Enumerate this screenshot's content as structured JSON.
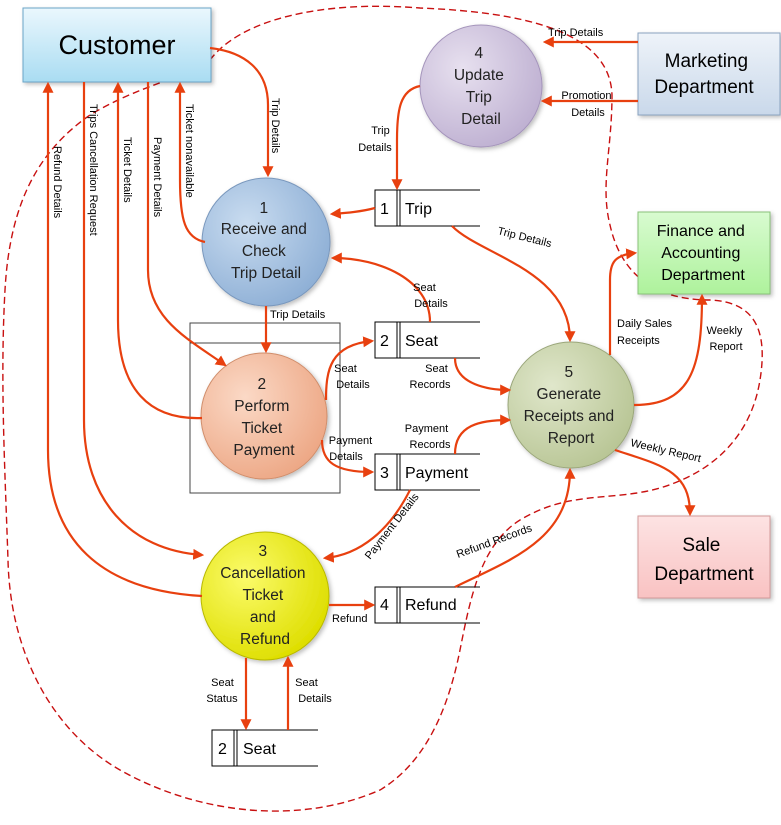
{
  "entities": {
    "customer": "Customer",
    "marketing": [
      "Marketing",
      "Department"
    ],
    "finance": [
      "Finance and",
      "Accounting",
      "Department"
    ],
    "sale": [
      "Sale",
      "Department"
    ]
  },
  "processes": {
    "p1": {
      "num": "1",
      "lines": [
        "Receive and",
        "Check",
        "Trip Detail"
      ]
    },
    "p2": {
      "num": "2",
      "lines": [
        "Perform",
        "Ticket",
        "Payment"
      ]
    },
    "p3": {
      "num": "3",
      "lines": [
        "Cancellation",
        "Ticket",
        "and",
        "Refund"
      ]
    },
    "p4": {
      "num": "4",
      "lines": [
        "Update",
        "Trip",
        "Detail"
      ]
    },
    "p5": {
      "num": "5",
      "lines": [
        "Generate",
        "Receipts and",
        "Report"
      ]
    }
  },
  "stores": {
    "trip": {
      "num": "1",
      "name": "Trip"
    },
    "seat": {
      "num": "2",
      "name": "Seat"
    },
    "payment": {
      "num": "3",
      "name": "Payment"
    },
    "refund": {
      "num": "4",
      "name": "Refund"
    },
    "seat2": {
      "num": "2",
      "name": "Seat"
    }
  },
  "flows": {
    "trip_details_cust": "Trip Details",
    "ticket_nonavailable": "Ticket nonavailable",
    "payment_details_cust": "Payment Details",
    "ticket_details": "Ticket Details",
    "trips_cancellation": "Trips Cancellation Request",
    "refund_details": "Refund Details",
    "trip_details_mkt": "Trip Details",
    "promotion_details": [
      "Promotion",
      "Details"
    ],
    "trip_details_p4": [
      "Trip",
      "Details"
    ],
    "seat_details_p1": [
      "Seat",
      "Details"
    ],
    "trip_details_p1p2": "Trip Details",
    "seat_details_p2": [
      "Seat",
      "Details"
    ],
    "seat_records": [
      "Seat",
      "Records"
    ],
    "payment_details_p2": [
      "Payment",
      "Details"
    ],
    "payment_records": [
      "Payment",
      "Records"
    ],
    "payment_details_p3": "Payment Details",
    "refund_records": "Refund Records",
    "refund": "Refund",
    "seat_status": [
      "Seat",
      "Status"
    ],
    "seat_details_p3": [
      "Seat",
      "Details"
    ],
    "trip_details_p5": "Trip Details",
    "daily_sales": [
      "Daily Sales",
      "Receipts"
    ],
    "weekly_report_fin": [
      "Weekly",
      "Report"
    ],
    "weekly_report_sale": "Weekly Report"
  }
}
